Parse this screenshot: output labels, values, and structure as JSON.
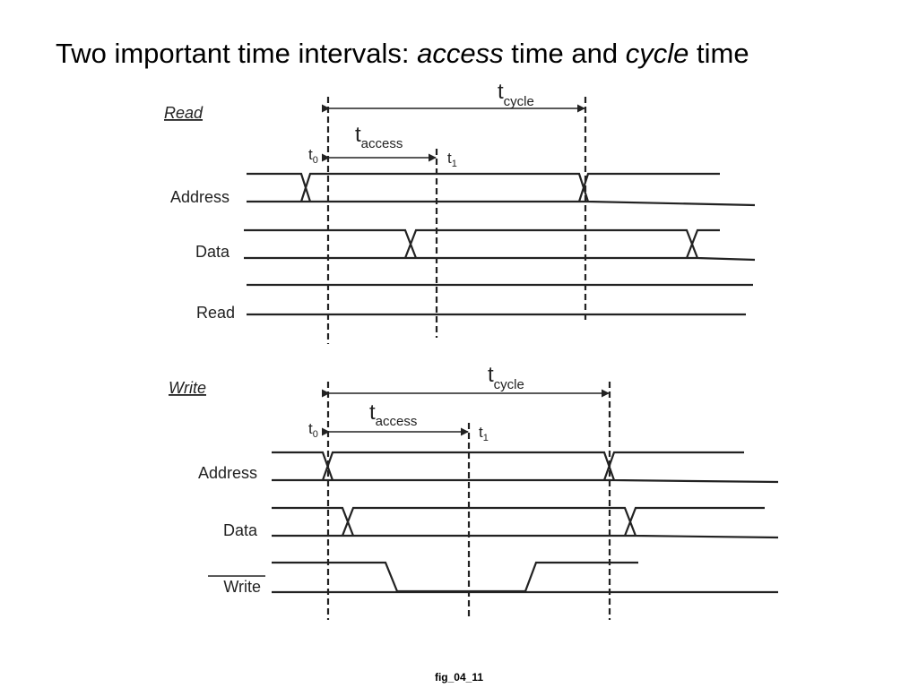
{
  "title": {
    "part1": "Two important time intervals: ",
    "access_word": "access",
    "part2": " time and ",
    "cycle_word": "cycle",
    "part3": " time"
  },
  "read_diagram": {
    "heading": "Read",
    "signals": {
      "address": "Address",
      "data": "Data",
      "control": "Read"
    },
    "t0_base": "t",
    "t0_sub": "0",
    "t1_base": "t",
    "t1_sub": "1",
    "access_base": "t",
    "access_sub": "access",
    "cycle_base": "t",
    "cycle_sub": "cycle"
  },
  "write_diagram": {
    "heading": "Write",
    "signals": {
      "address": "Address",
      "data": "Data",
      "control": "Write"
    },
    "t0_base": "t",
    "t0_sub": "0",
    "t1_base": "t",
    "t1_sub": "1",
    "access_base": "t",
    "access_sub": "access",
    "cycle_base": "t",
    "cycle_sub": "cycle"
  },
  "caption": "fig_04_11",
  "colors": {
    "line": "#222222",
    "text": "#000000"
  }
}
